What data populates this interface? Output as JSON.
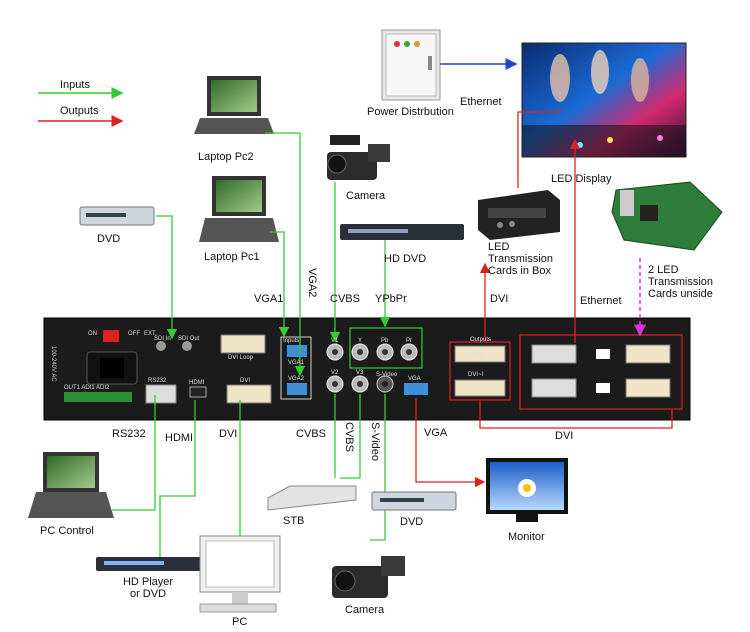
{
  "legend": {
    "inputs_label": "Inputs",
    "outputs_label": "Outputs",
    "input_color": "#33cc33",
    "output_color": "#dd2222"
  },
  "devices": {
    "power": "Power Distrbution",
    "led_display": "LED Display",
    "laptop2": "Laptop Pc2",
    "laptop1": "Laptop Pc1",
    "camera_top": "Camera",
    "dvd_left": "DVD",
    "hd_dvd": "HD DVD",
    "led_box_line1": "LED",
    "led_box_line2": "Transmission",
    "led_box_line3": "Cards in Box",
    "cards_line1": "2 LED",
    "cards_line2": "Transmission",
    "cards_line3": "Cards unside",
    "pc_control": "PC Control",
    "hd_player_line1": "HD Player",
    "hd_player_line2": "or DVD",
    "pc": "PC",
    "stb": "STB",
    "camera_bottom": "Camera",
    "dvd_bottom": "DVD",
    "monitor": "Monitor"
  },
  "connections": {
    "ethernet_top": "Ethernet",
    "ethernet_right": "Ethernet",
    "vga1": "VGA1",
    "vga2": "VGA2",
    "cvbs_top": "CVBS",
    "ypbpr": "YPbPr",
    "dvi_top": "DVI",
    "rs232": "RS232",
    "hdmi": "HDMI",
    "dvi_bottom": "DVI",
    "cvbs_bottom": "CVBS",
    "cvbs_vertical": "CVBS",
    "svideo": "S-Video",
    "vga_out": "VGA",
    "dvi_right": "DVI"
  },
  "panel": {
    "on": "ON",
    "off": "OFF",
    "ext": "EXT.",
    "sdi_in": "SDI In",
    "sdi_out": "SDI Out",
    "dvi_loop": "DVI Loop",
    "inputs": "Inputs",
    "vga1": "VGA1",
    "vga2": "VGA2",
    "v1": "V1",
    "v2": "V2",
    "v3": "V3",
    "y": "Y",
    "pb": "Pb",
    "pr": "Pr",
    "svideo": "S-Video",
    "vga": "VGA",
    "dvi": "DVI",
    "hdmi": "HDMI",
    "rs232": "RS232",
    "outputs": "Outputs",
    "out_dvi": "DVI",
    "out_dvi_i": "DVI~I",
    "ac": "100-240V AC",
    "audio": "OUT1 ADI1 ADI2"
  }
}
